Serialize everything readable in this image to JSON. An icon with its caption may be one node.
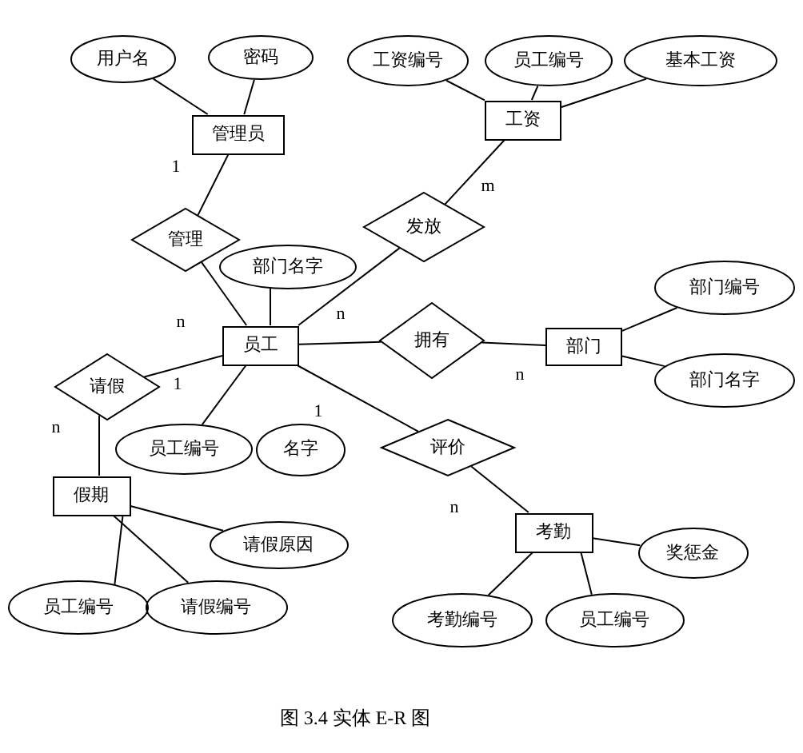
{
  "diagram": {
    "caption": "图 3.4 实体 E-R 图",
    "nodes": [
      {
        "text": [
          "用户名"
        ]
      },
      {
        "text": [
          "密码"
        ]
      },
      {
        "text": [
          "管理员"
        ]
      },
      {
        "text": [
          "工资编号"
        ]
      },
      {
        "text": [
          "员工编号"
        ]
      },
      {
        "text": [
          "基本工资"
        ]
      },
      {
        "text": [
          "工资"
        ]
      },
      {
        "text": [
          "管理"
        ]
      },
      {
        "text": [
          "发放"
        ]
      },
      {
        "text": [
          "部门名字"
        ]
      },
      {
        "text": [
          "员工"
        ]
      },
      {
        "text": [
          "拥有"
        ]
      },
      {
        "text": [
          "部门"
        ]
      },
      {
        "text": [
          "部门编号"
        ]
      },
      {
        "text": [
          "部门名字"
        ]
      },
      {
        "text": [
          "请假"
        ]
      },
      {
        "text": [
          "员工编号"
        ]
      },
      {
        "text": [
          "名字"
        ]
      },
      {
        "text": [
          "评价"
        ]
      },
      {
        "text": [
          "假期"
        ]
      },
      {
        "text": [
          "请假原因"
        ]
      },
      {
        "text": [
          "员工编号"
        ]
      },
      {
        "text": [
          "请假编号"
        ]
      },
      {
        "text": [
          "考勤"
        ]
      },
      {
        "text": [
          "奖惩金"
        ]
      },
      {
        "text": [
          "考勤编号"
        ]
      },
      {
        "text": [
          "员工编号"
        ]
      }
    ],
    "edges": [
      {
        "from": 0,
        "to": 2,
        "arrow": "none"
      },
      {
        "from": 1,
        "to": 2,
        "arrow": "none"
      },
      {
        "from": 3,
        "to": 6,
        "arrow": "none"
      },
      {
        "from": 4,
        "to": 6,
        "arrow": "none"
      },
      {
        "from": 5,
        "to": 6,
        "arrow": "none"
      },
      {
        "from": 2,
        "to": 7,
        "arrow": "none",
        "label": "1"
      },
      {
        "from": 7,
        "to": 10,
        "arrow": "none",
        "label": "n"
      },
      {
        "from": 6,
        "to": 8,
        "arrow": "none",
        "label": "m"
      },
      {
        "from": 8,
        "to": 10,
        "arrow": "none",
        "label": "n"
      },
      {
        "from": 9,
        "to": 10,
        "arrow": "none"
      },
      {
        "from": 10,
        "to": 11,
        "arrow": "none"
      },
      {
        "from": 11,
        "to": 12,
        "arrow": "none",
        "label": "n"
      },
      {
        "from": 12,
        "to": 13,
        "arrow": "none"
      },
      {
        "from": 12,
        "to": 14,
        "arrow": "none"
      },
      {
        "from": 10,
        "to": 15,
        "arrow": "none",
        "label": "1"
      },
      {
        "from": 15,
        "to": 19,
        "arrow": "none",
        "label": "n"
      },
      {
        "from": 10,
        "to": 16,
        "arrow": "none"
      },
      {
        "from": 10,
        "to": 18,
        "arrow": "none",
        "label": "1"
      },
      {
        "from": 18,
        "to": 23,
        "arrow": "none",
        "label": "n"
      },
      {
        "from": 19,
        "to": 20,
        "arrow": "none"
      },
      {
        "from": 19,
        "to": 21,
        "arrow": "none"
      },
      {
        "from": 19,
        "to": 22,
        "arrow": "none"
      },
      {
        "from": 23,
        "to": 24,
        "arrow": "none"
      },
      {
        "from": 23,
        "to": 25,
        "arrow": "none"
      },
      {
        "from": 23,
        "to": 26,
        "arrow": "none"
      }
    ]
  }
}
